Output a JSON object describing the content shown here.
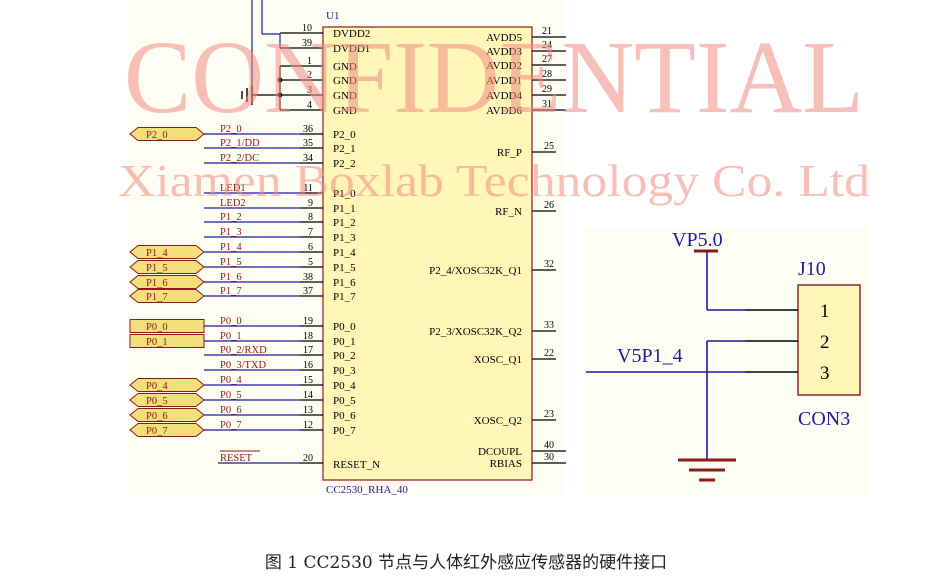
{
  "watermark": {
    "line1": "CONFIDENTIAL",
    "line2": "Xiamen Boxlab Technology Co. Ltd",
    "color": "#f08a80"
  },
  "chip": {
    "designator": "U1",
    "part": "CC2530_RHA_40",
    "left_power_pins": [
      {
        "num": "10",
        "name": "DVDD2"
      },
      {
        "num": "39",
        "name": "DVDD1"
      },
      {
        "num": "1",
        "name": "GND"
      },
      {
        "num": "2",
        "name": "GND"
      },
      {
        "num": "3",
        "name": "GND"
      },
      {
        "num": "4",
        "name": "GND"
      }
    ],
    "left_io_pins": [
      {
        "num": "36",
        "name": "P2_0",
        "net": "P2_0",
        "port": "P2_0"
      },
      {
        "num": "35",
        "name": "P2_1",
        "net": "P2_1/DD",
        "port": ""
      },
      {
        "num": "34",
        "name": "P2_2",
        "net": "P2_2/DC",
        "port": ""
      },
      {
        "num": "11",
        "name": "P1_0",
        "net": "LED1",
        "port": ""
      },
      {
        "num": "9",
        "name": "P1_1",
        "net": "LED2",
        "port": ""
      },
      {
        "num": "8",
        "name": "P1_2",
        "net": "P1_2",
        "port": ""
      },
      {
        "num": "7",
        "name": "P1_3",
        "net": "P1_3",
        "port": ""
      },
      {
        "num": "6",
        "name": "P1_4",
        "net": "P1_4",
        "port": "P1_4"
      },
      {
        "num": "5",
        "name": "P1_5",
        "net": "P1_5",
        "port": "P1_5"
      },
      {
        "num": "38",
        "name": "P1_6",
        "net": "P1_6",
        "port": "P1_6"
      },
      {
        "num": "37",
        "name": "P1_7",
        "net": "P1_7",
        "port": "P1_7"
      },
      {
        "num": "19",
        "name": "P0_0",
        "net": "P0_0",
        "port": "P0_0"
      },
      {
        "num": "18",
        "name": "P0_1",
        "net": "P0_1",
        "port": "P0_1"
      },
      {
        "num": "17",
        "name": "P0_2",
        "net": "P0_2/RXD",
        "port": ""
      },
      {
        "num": "16",
        "name": "P0_3",
        "net": "P0_3/TXD",
        "port": ""
      },
      {
        "num": "15",
        "name": "P0_4",
        "net": "P0_4",
        "port": "P0_4"
      },
      {
        "num": "14",
        "name": "P0_5",
        "net": "P0_5",
        "port": "P0_5"
      },
      {
        "num": "13",
        "name": "P0_6",
        "net": "P0_6",
        "port": "P0_6"
      },
      {
        "num": "12",
        "name": "P0_7",
        "net": "P0_7",
        "port": "P0_7"
      }
    ],
    "reset_pin": {
      "num": "20",
      "name": "RESET_N",
      "net": "RESET"
    },
    "right_power_pins": [
      {
        "num": "21",
        "name": "AVDD5"
      },
      {
        "num": "24",
        "name": "AVDD3"
      },
      {
        "num": "27",
        "name": "AVDD2"
      },
      {
        "num": "28",
        "name": "AVDD1"
      },
      {
        "num": "29",
        "name": "AVDD4"
      },
      {
        "num": "31",
        "name": "AVDD6"
      }
    ],
    "right_signal_pins": [
      {
        "num": "25",
        "name": "RF_P"
      },
      {
        "num": "26",
        "name": "RF_N"
      },
      {
        "num": "32",
        "name": "P2_4/XOSC32K_Q1"
      },
      {
        "num": "33",
        "name": "P2_3/XOSC32K_Q2"
      },
      {
        "num": "22",
        "name": "XOSC_Q1"
      },
      {
        "num": "23",
        "name": "XOSC_Q2"
      }
    ],
    "right_bottom_pins": [
      {
        "num": "40",
        "name": "DCOUPL"
      },
      {
        "num": "30",
        "name": "RBIAS"
      }
    ]
  },
  "connector": {
    "designator": "J10",
    "part": "CON3",
    "pins": [
      "1",
      "2",
      "3"
    ],
    "power_label": "VP5.0",
    "net_label": "V5P1_4"
  },
  "caption": "图 1 CC2530 节点与人体红外感应传感器的硬件接口"
}
